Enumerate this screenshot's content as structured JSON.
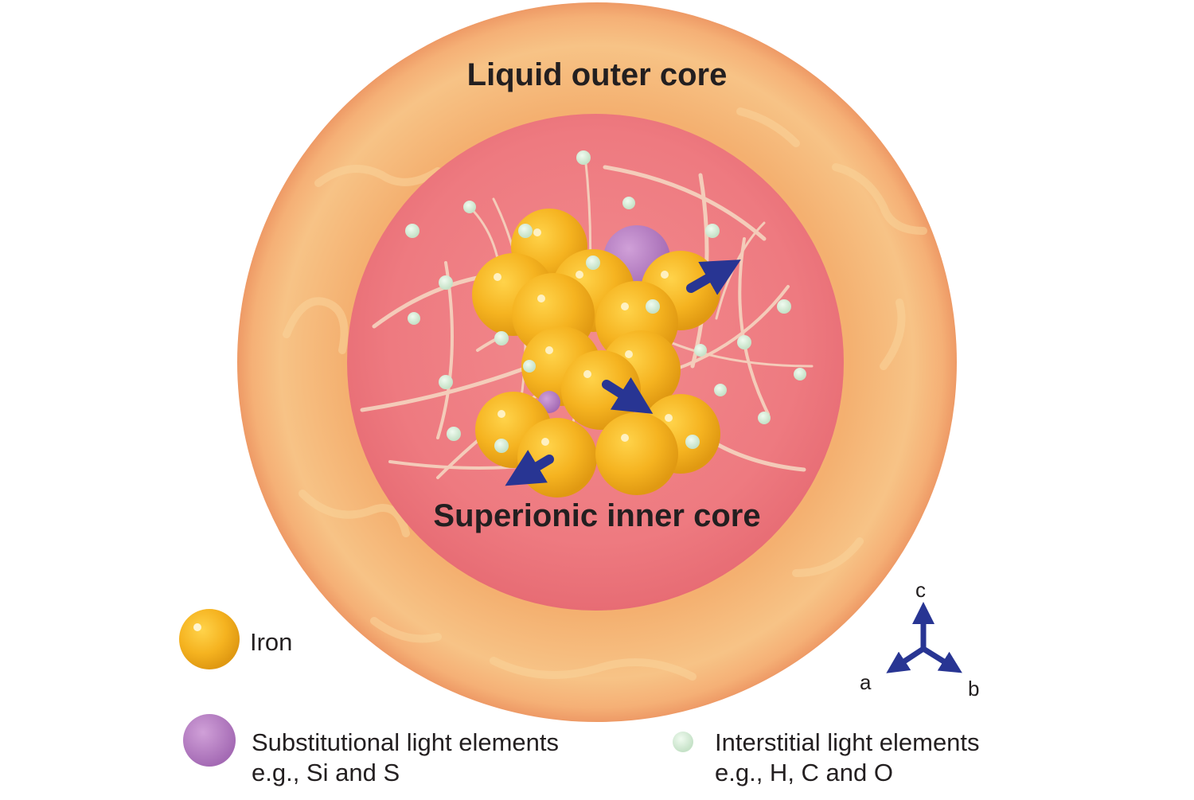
{
  "titles": {
    "outer": "Liquid outer core",
    "inner": "Superionic inner core"
  },
  "legend": {
    "iron": "Iron",
    "substitutional": {
      "line1": "Substitutional light elements",
      "line2": "e.g., Si and S"
    },
    "interstitial": {
      "line1": "Interstitial light elements",
      "line2": "e.g., H, C and O"
    }
  },
  "axes": {
    "a": "a",
    "b": "b",
    "c": "c"
  },
  "colors": {
    "iron": "#f2b322",
    "substitutional": "#b17ac0",
    "interstitial": "#d9ecd9",
    "inner_core": "#ef7a80",
    "outer_core": "#f6b77a",
    "arrow": "#283593"
  }
}
